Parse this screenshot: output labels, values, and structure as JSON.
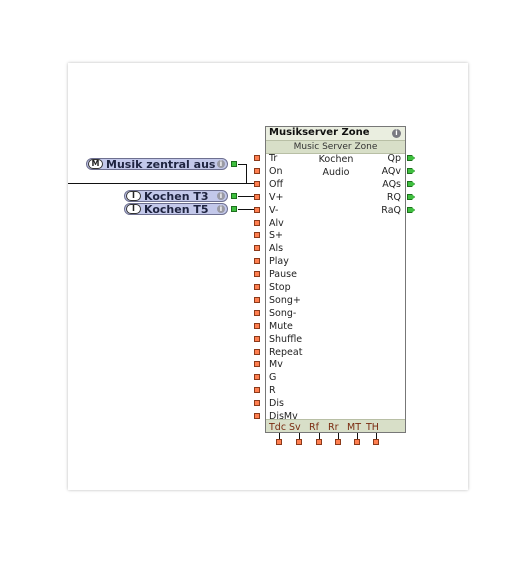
{
  "input_blocks": [
    {
      "badge": "M",
      "label": "Musik zentral aus"
    },
    {
      "badge": "I",
      "label": "Kochen T3"
    },
    {
      "badge": "I",
      "label": "Kochen T5"
    }
  ],
  "block": {
    "title": "Musikserver Zone",
    "subtitle": "Music Server Zone",
    "zone_name": "Kochen",
    "zone_type": "Audio",
    "inputs": [
      "Tr",
      "On",
      "Off",
      "V+",
      "V-",
      "Alv",
      "S+",
      "Als",
      "Play",
      "Pause",
      "Stop",
      "Song+",
      "Song-",
      "Mute",
      "Shuffle",
      "Repeat",
      "Mv",
      "G",
      "R",
      "Dis",
      "DisMv"
    ],
    "outputs": [
      "Qp",
      "AQv",
      "AQs",
      "RQ",
      "RaQ"
    ],
    "bottom_params": [
      "Tdc",
      "Sv",
      "Rf",
      "Rr",
      "MT",
      "TH"
    ]
  },
  "colors": {
    "input_block_fill": "#c3c8ea",
    "output_pin": "#3fbf3f",
    "input_pin": "#ff7f50",
    "header": "#eaeee0",
    "subheader": "#d8dfc8"
  },
  "icons": {
    "info": "info-icon",
    "wire": "connection-line"
  }
}
